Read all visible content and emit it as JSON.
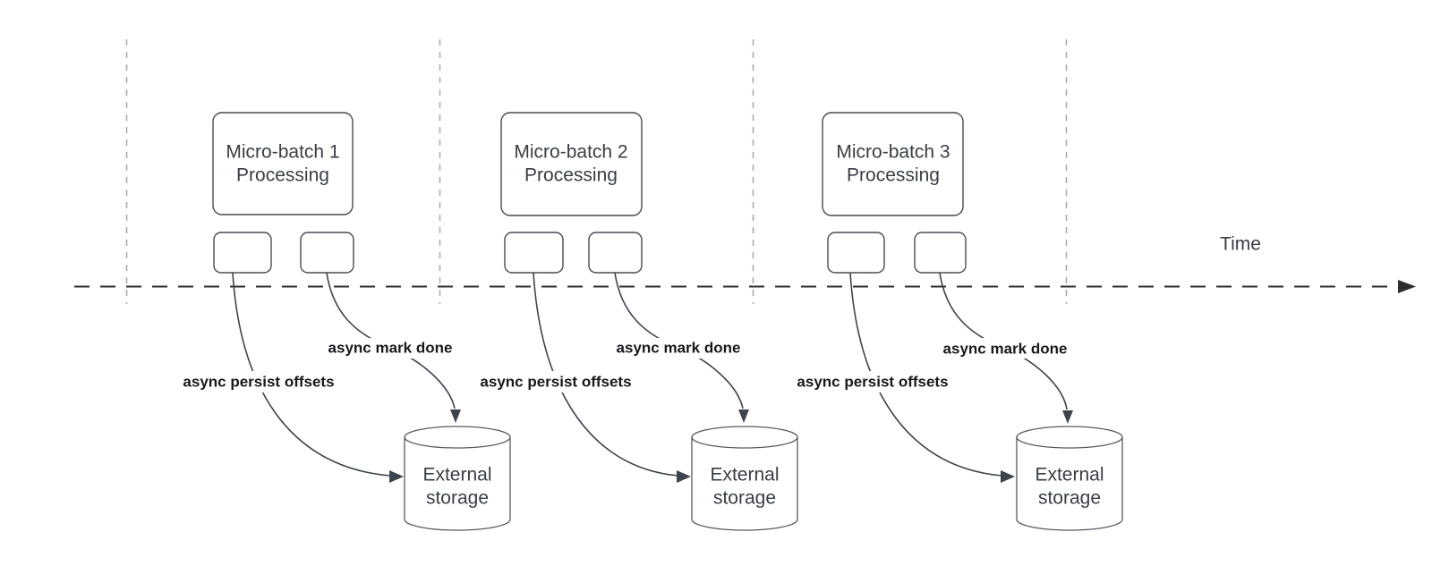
{
  "diagram": {
    "time_axis": {
      "label": "Time"
    },
    "batches": [
      {
        "title_line1": "Micro-batch 1",
        "title_line2": "Processing",
        "persist_label": "async persist offsets",
        "mark_done_label": "async mark done",
        "storage_line1": "External",
        "storage_line2": "storage"
      },
      {
        "title_line1": "Micro-batch 2",
        "title_line2": "Processing",
        "persist_label": "async persist offsets",
        "mark_done_label": "async mark done",
        "storage_line1": "External",
        "storage_line2": "storage"
      },
      {
        "title_line1": "Micro-batch 3",
        "title_line2": "Processing",
        "persist_label": "async persist offsets",
        "mark_done_label": "async mark done",
        "storage_line1": "External",
        "storage_line2": "storage"
      }
    ],
    "colors": {
      "background": "#ffffff",
      "connector": "#3e444c",
      "shape-border": "#474c52",
      "cylinder-border": "#565b62",
      "timeline": "#2e2e2e",
      "gridline": "#a8a8a8",
      "shape-text": "#383e46",
      "label-text": "#17191d"
    }
  }
}
